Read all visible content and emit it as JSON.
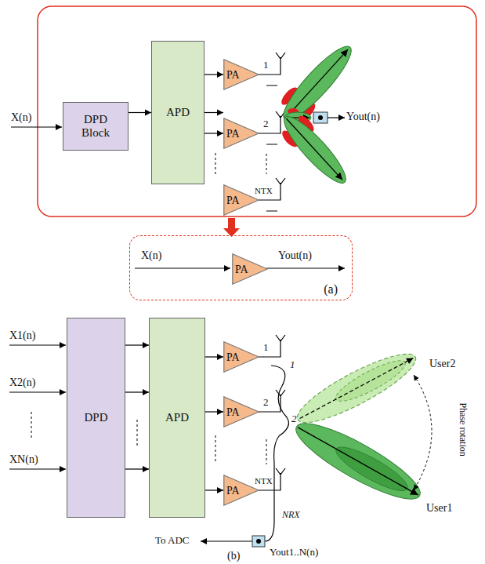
{
  "diagram": {
    "nodes": [
      {
        "text": [
          "DPD Block"
        ]
      },
      {
        "text": [
          "APD"
        ]
      },
      {
        "text": [
          "PA"
        ]
      },
      {
        "text": [
          "PA"
        ]
      },
      {
        "text": [
          "PA"
        ]
      },
      {
        "text": [
          "(a)"
        ]
      },
      {
        "text": [
          "PA"
        ],
        "in": 5
      },
      {
        "text": [
          "DPD"
        ]
      },
      {
        "text": [
          "APD"
        ]
      },
      {
        "text": [
          "PA"
        ]
      },
      {
        "text": [
          "PA"
        ]
      },
      {
        "text": [
          "PA"
        ]
      }
    ],
    "edges": [
      {
        "from": 0,
        "to": 1,
        "arrow": "to"
      },
      {
        "from": 1,
        "to": 2,
        "arrow": "to"
      },
      {
        "from": 1,
        "to": 3,
        "arrow": "to"
      },
      {
        "from": 1,
        "to": 4,
        "arrow": "to"
      },
      {
        "from": 7,
        "to": 8,
        "arrow": "to"
      },
      {
        "from": 7,
        "to": 8,
        "arrow": "to"
      },
      {
        "from": 7,
        "to": 8,
        "arrow": "to"
      },
      {
        "from": 8,
        "to": 9,
        "arrow": "to"
      },
      {
        "from": 8,
        "to": 10,
        "arrow": "to"
      },
      {
        "from": 8,
        "to": 11,
        "arrow": "to"
      }
    ],
    "labels": [
      "X(n)",
      "1",
      "2",
      "NTX",
      "Yout(n)",
      "X(n)",
      "Yout(n)",
      "X1(n)",
      "X2(n)",
      "XN(n)",
      "1",
      "2",
      "NTX",
      "1",
      "2",
      "NRX",
      "User2",
      "Phase rotation",
      "User1",
      "To ADC",
      "Yout1..N(n)",
      "(b)"
    ]
  }
}
